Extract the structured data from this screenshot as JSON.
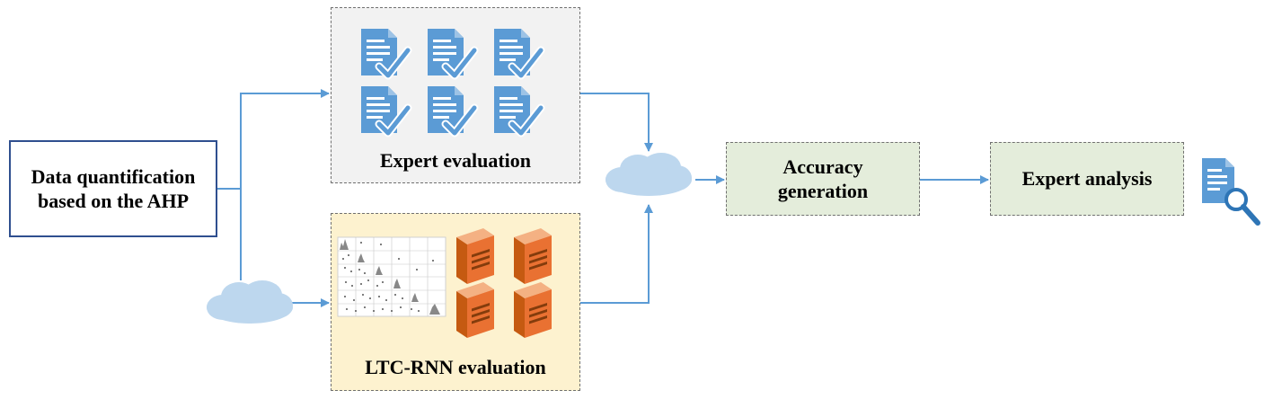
{
  "nodes": {
    "ahp": {
      "line1": "Data quantification",
      "line2": "based on the AHP"
    },
    "expert_evaluation": {
      "label": "Expert evaluation"
    },
    "ltc_rnn_evaluation": {
      "label": "LTC-RNN evaluation"
    },
    "accuracy_generation": {
      "line1": "Accuracy",
      "line2": "generation"
    },
    "expert_analysis": {
      "label": "Expert analysis"
    }
  },
  "icons": [
    "document-check-icon",
    "server-icon",
    "cloud-icon",
    "scatter-matrix-thumbnail",
    "document-search-icon"
  ],
  "colors": {
    "arrow": "#5b9bd5",
    "ahp_border": "#2f4f8f",
    "expert_bg": "#f2f2f2",
    "ltc_bg": "#fdf2cf",
    "result_bg": "#e4eddb",
    "doc": "#5b9bd5",
    "server": "#d2691e",
    "cloud": "#bdd7ee"
  }
}
